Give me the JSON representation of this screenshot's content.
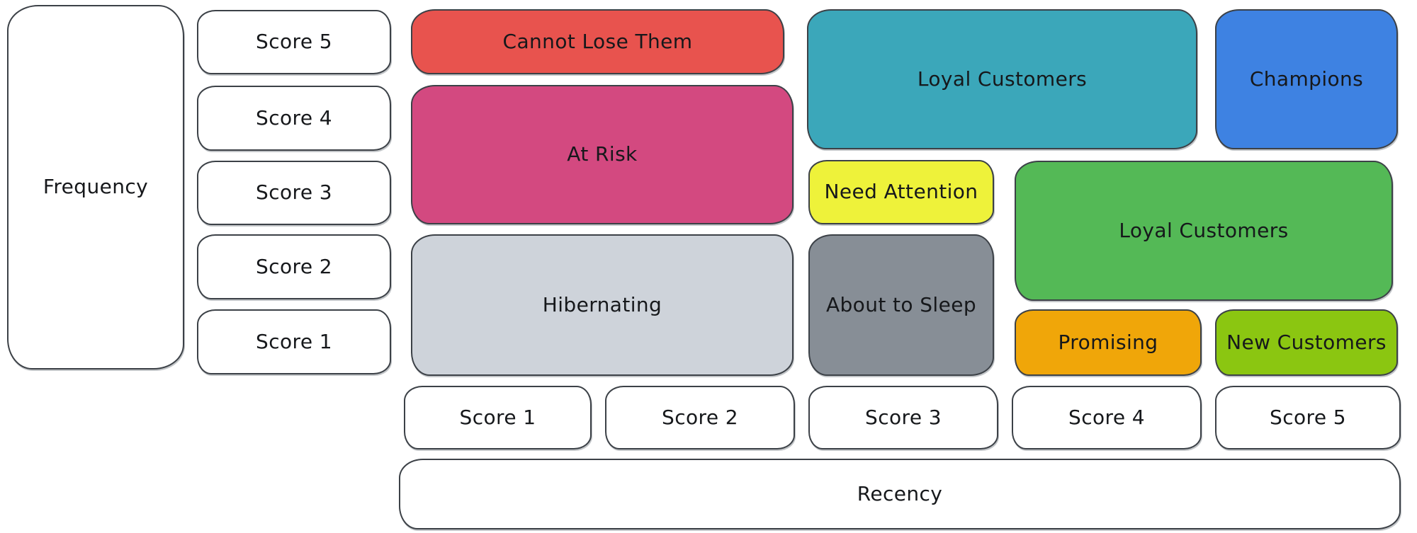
{
  "axes": {
    "frequency": {
      "label": "Frequency",
      "scores": [
        "Score 5",
        "Score 4",
        "Score 3",
        "Score 2",
        "Score 1"
      ]
    },
    "recency": {
      "label": "Recency",
      "scores": [
        "Score 1",
        "Score 2",
        "Score 3",
        "Score 4",
        "Score 5"
      ]
    }
  },
  "segments": [
    {
      "id": "cannot-lose-them",
      "label": "Cannot Lose Them",
      "color": "#e8534e"
    },
    {
      "id": "at-risk",
      "label": "At Risk",
      "color": "#d34980"
    },
    {
      "id": "hibernating",
      "label": "Hibernating",
      "color": "#ced3da"
    },
    {
      "id": "loyal-customers-top",
      "label": "Loyal Customers",
      "color": "#3ba7ba"
    },
    {
      "id": "champions",
      "label": "Champions",
      "color": "#3e82e2"
    },
    {
      "id": "need-attention",
      "label": "Need Attention",
      "color": "#eef23a"
    },
    {
      "id": "loyal-customers-mid",
      "label": "Loyal Customers",
      "color": "#54b956"
    },
    {
      "id": "about-to-sleep",
      "label": "About to Sleep",
      "color": "#878e96"
    },
    {
      "id": "promising",
      "label": "Promising",
      "color": "#f0a609"
    },
    {
      "id": "new-customers",
      "label": "New Customers",
      "color": "#8bc611"
    }
  ],
  "style_colors": {
    "background": "#ffffff",
    "stroke": "#3c4147",
    "text": "#16181b"
  }
}
